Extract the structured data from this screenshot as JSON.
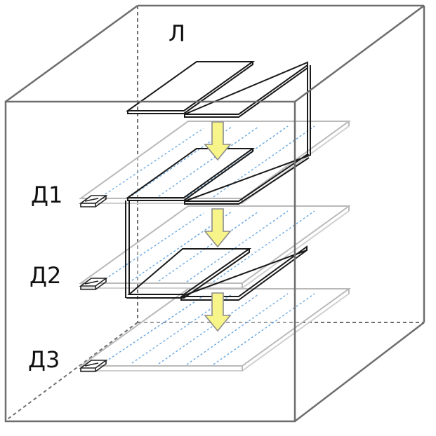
{
  "labels": {
    "top": "Л",
    "d1": "Д1",
    "d2": "Д2",
    "d3": "Д3"
  },
  "colors": {
    "box_edge": "#6e6e6e",
    "hidden_edge": "#6e6e6e",
    "plate_edge": "#b4b4b4",
    "plate_inner_line": "#6aa8e0",
    "beam": "#1a1a1a",
    "arrow_fill": "#f7f58a",
    "arrow_stroke": "#8c8c8c",
    "sensor": "#222222"
  },
  "icons": {
    "arrow": "yellow-down-arrow",
    "sensor": "detector-block"
  }
}
